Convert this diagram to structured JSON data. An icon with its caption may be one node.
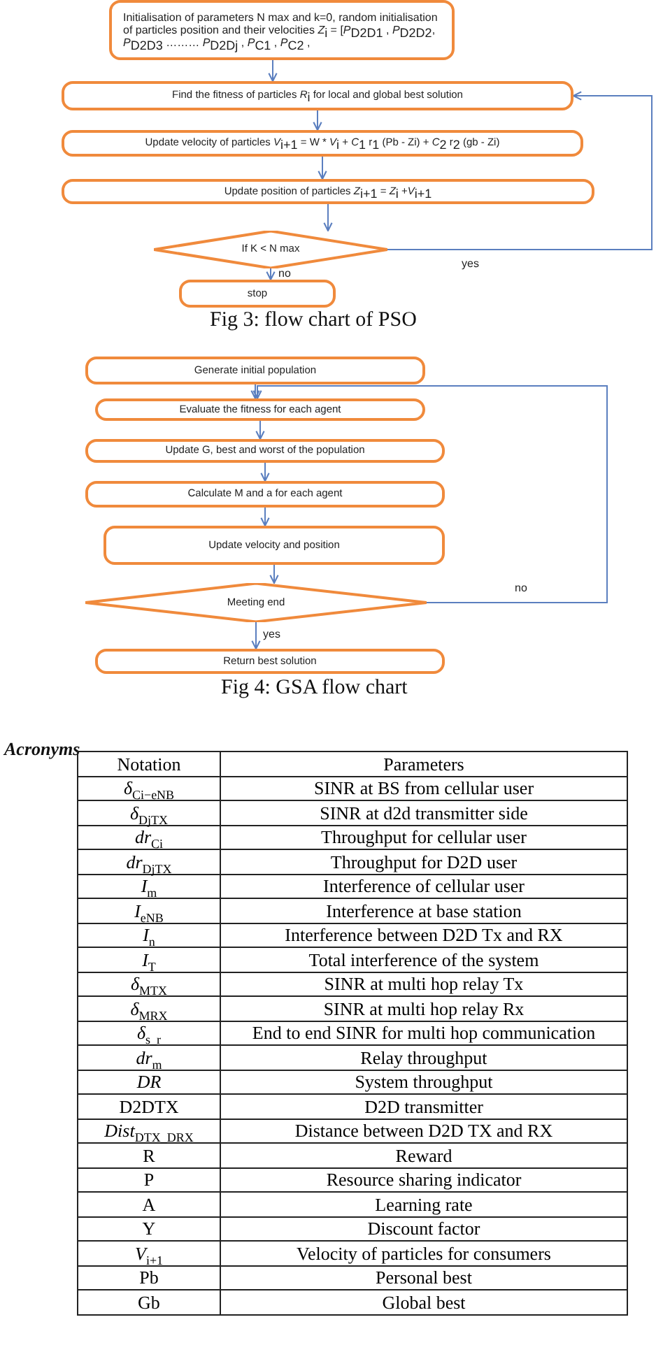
{
  "diagram": {
    "nodes": [
      {
        "text": [
          "Initialisation of parameters N max and k=0, random initialisation of particles position and their velocities *Z*$_{i}$ = [*P*$_{D2D1}$ , *P*$_{D2D2}$, *P*$_{D2D3}$ ……… *P*$_{D2Dj}$ , *P*$_{C1}$ , *P*$_{C2}$ ,"
        ]
      },
      {
        "text": [
          "Find the fitness of particles *R*$_{i}$ for local and global best solution"
        ]
      },
      {
        "text": [
          "Update velocity of particles *V*$_{i+1}$ = W * *V*$_{i}$ + *C*$_{1}$ r$_{1}$ (Pb - Zi) + *C*$_{2}$ r$_{2}$ (gb - Zi)"
        ]
      },
      {
        "text": [
          "Update position of particles *Z*$_{i+1}$ = *Z*$_{i}$ +*V*$_{i+1}$"
        ]
      },
      {
        "text": [
          "If K < N max"
        ]
      },
      {
        "text": [
          "stop"
        ]
      },
      {
        "text": [
          "Generate initial population"
        ]
      },
      {
        "text": [
          "Evaluate the fitness for each agent"
        ]
      },
      {
        "text": [
          "Update G, best and worst of the population"
        ]
      },
      {
        "text": [
          "Calculate M and a for each agent"
        ]
      },
      {
        "text": [
          "Update velocity and position"
        ]
      },
      {
        "text": [
          "Meeting end"
        ]
      },
      {
        "text": [
          "Return best solution"
        ]
      }
    ],
    "edges": [
      {
        "from": 0,
        "to": 1,
        "arrow": "to"
      },
      {
        "from": 1,
        "to": 2,
        "arrow": "to"
      },
      {
        "from": 2,
        "to": 3,
        "arrow": "to"
      },
      {
        "from": 3,
        "to": 4,
        "arrow": "to"
      },
      {
        "from": 4,
        "to": 5,
        "arrow": "to",
        "label": "no"
      },
      {
        "from": 4,
        "to": 1,
        "arrow": "to",
        "label": "yes"
      },
      {
        "from": 6,
        "to": 7,
        "arrow": "to"
      },
      {
        "from": 7,
        "to": 8,
        "arrow": "to"
      },
      {
        "from": 8,
        "to": 9,
        "arrow": "to"
      },
      {
        "from": 9,
        "to": 10,
        "arrow": "to"
      },
      {
        "from": 10,
        "to": 11,
        "arrow": "to"
      },
      {
        "from": 11,
        "to": 12,
        "arrow": "to",
        "label": "yes"
      },
      {
        "from": 11,
        "to": 7,
        "arrow": "to",
        "label": "no"
      }
    ],
    "labels": [
      "Fig 3: flow chart of PSO",
      "Fig 4: GSA flow chart",
      "Acronyms",
      "Notation",
      "Parameters",
      "*δ*$_{Ci−eNB}$",
      "SINR at BS from cellular user",
      "*δ*$_{DjTX}$",
      "SINR at d2d transmitter side",
      "*dr*$_{Ci}$",
      "Throughput for cellular user",
      "*dr*$_{DjTX}$",
      "Throughput for D2D user",
      "*I*$_{m}$",
      "Interference of cellular user",
      "*I*$_{eNB}$",
      "Interference at base station",
      "*I*$_{n}$",
      "Interference between D2D Tx and RX",
      "*I*$_{T}$",
      "Total interference of the system",
      "*δ*$_{MTX}$",
      "SINR at multi hop relay Tx",
      "*δ*$_{MRX}$",
      "SINR at multi hop relay Rx",
      "*δ*$_{s_r}$",
      "End to end SINR for multi hop communication",
      "*dr*$_{m}$",
      "Relay throughput",
      "*DR*",
      "System throughput",
      "D2DTX",
      "D2D transmitter",
      "*Dist*$_{DTX_DRX}$",
      "Distance between D2D TX and RX",
      "R",
      "Reward",
      "P",
      "Resource sharing indicator",
      "A",
      "Learning rate",
      "Υ",
      "Discount factor",
      "*V*$_{i+1}$",
      "Velocity of particles for consumers",
      "Pb",
      "Personal best",
      "Gb",
      "Global best"
    ]
  }
}
